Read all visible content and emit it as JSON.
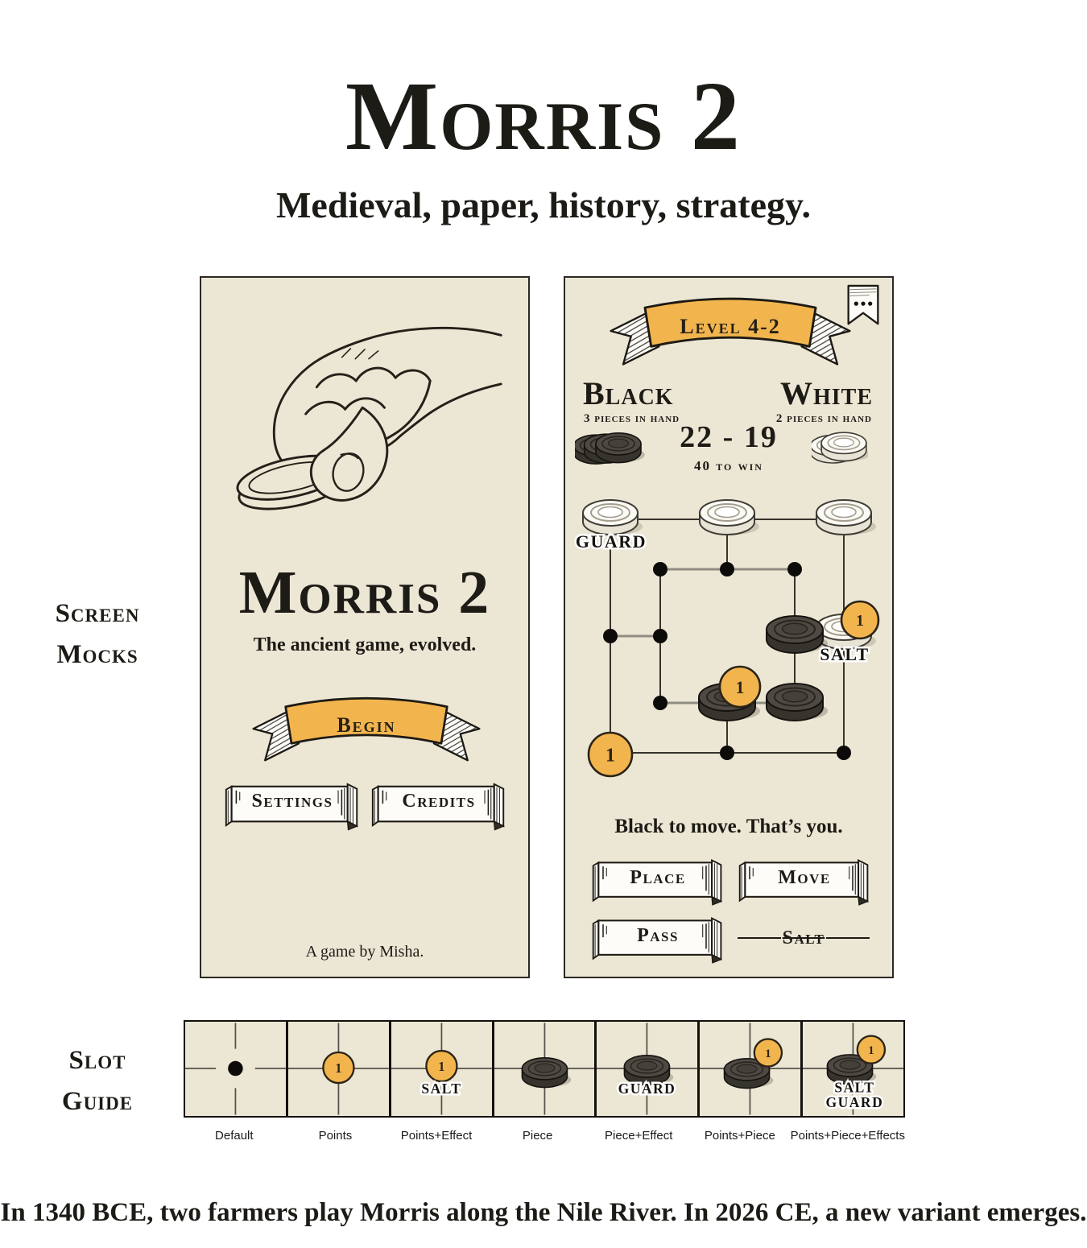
{
  "page": {
    "title": "Morris 2",
    "subtitle": "Medieval, paper, history, strategy.",
    "footer": "In 1340 BCE, two farmers play Morris along the Nile River. In 2026 CE, a new variant emerges.",
    "labels": {
      "screen_mocks": [
        "Screen",
        "Mocks"
      ],
      "slot_guide": [
        "Slot",
        "Guide"
      ]
    }
  },
  "colors": {
    "page_background": "#ffffff",
    "panel_background": "#ece6d4",
    "ink": "#1d1b16",
    "accent_orange": "#f2b54e",
    "paper_white": "#fdfcf8",
    "highlight_line_gray": "#908d83"
  },
  "menu_screen": {
    "title": "Morris 2",
    "tagline": "The ancient game, evolved.",
    "begin_label": "Begin",
    "settings_label": "Settings",
    "credits_label": "Credits",
    "byline": "A game by Misha."
  },
  "game_screen": {
    "level_label": "Level 4-2",
    "bookmark_icon": "bookmark-ellipsis",
    "players": [
      {
        "name": "Black",
        "in_hand": "3 pieces in hand"
      },
      {
        "name": "White",
        "in_hand": "2 pieces in hand"
      }
    ],
    "score": "22 - 19",
    "win_condition": "40 to win",
    "status": "Black to move. That’s you.",
    "actions": [
      {
        "label": "Place",
        "enabled": true
      },
      {
        "label": "Move",
        "enabled": true
      },
      {
        "label": "Pass",
        "enabled": true
      },
      {
        "label": "Salt",
        "enabled": false
      }
    ],
    "board": {
      "token_value": "1",
      "effect_labels": {
        "guard": "GUARD",
        "salt": "SALT"
      },
      "points": [
        {
          "ring": "outer",
          "pos": "top-left",
          "piece": "white",
          "effect": "GUARD"
        },
        {
          "ring": "outer",
          "pos": "top-mid",
          "piece": "white"
        },
        {
          "ring": "outer",
          "pos": "top-right",
          "piece": "white"
        },
        {
          "ring": "outer",
          "pos": "mid-left",
          "piece": null
        },
        {
          "ring": "outer",
          "pos": "mid-right",
          "piece": "white",
          "effect": "SALT",
          "points": "1"
        },
        {
          "ring": "outer",
          "pos": "bottom-left",
          "piece": null,
          "points": "1"
        },
        {
          "ring": "outer",
          "pos": "bottom-mid",
          "piece": null
        },
        {
          "ring": "outer",
          "pos": "bottom-right",
          "piece": null
        },
        {
          "ring": "inner",
          "pos": "top-left",
          "piece": null
        },
        {
          "ring": "inner",
          "pos": "top-mid",
          "piece": null
        },
        {
          "ring": "inner",
          "pos": "top-right",
          "piece": null
        },
        {
          "ring": "inner",
          "pos": "mid-left",
          "piece": null
        },
        {
          "ring": "inner",
          "pos": "mid-right",
          "piece": "black"
        },
        {
          "ring": "inner",
          "pos": "bottom-left",
          "piece": null
        },
        {
          "ring": "inner",
          "pos": "bottom-mid",
          "piece": "black",
          "points": "1"
        },
        {
          "ring": "inner",
          "pos": "bottom-right",
          "piece": "black"
        }
      ]
    }
  },
  "slot_guide": {
    "slots": [
      {
        "label": "Default"
      },
      {
        "label": "Points",
        "points": "1"
      },
      {
        "label": "Points+Effect",
        "points": "1",
        "effect": "SALT"
      },
      {
        "label": "Piece",
        "piece": "black"
      },
      {
        "label": "Piece+Effect",
        "piece": "black",
        "effect": "GUARD"
      },
      {
        "label": "Points+Piece",
        "piece": "black",
        "points": "1"
      },
      {
        "label": "Points+Piece+Effects",
        "piece": "black",
        "points": "1",
        "effects": [
          "SALT",
          "GUARD"
        ]
      }
    ]
  }
}
